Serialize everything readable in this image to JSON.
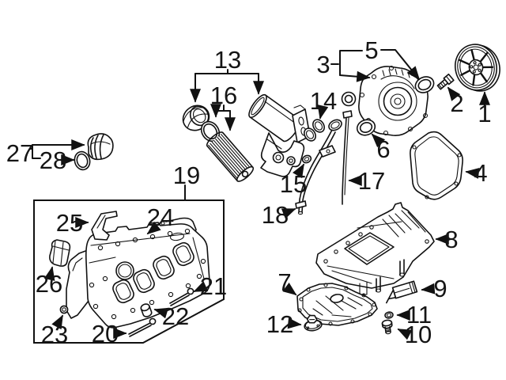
{
  "figure": {
    "type": "exploded-engine-parts-diagram",
    "background_color": "#ffffff",
    "line_color": "#111111",
    "label_color": "#151515"
  },
  "callouts": {
    "c1": {
      "label": "1"
    },
    "c2": {
      "label": "2"
    },
    "c3": {
      "label": "3"
    },
    "c4": {
      "label": "4"
    },
    "c5": {
      "label": "5"
    },
    "c6": {
      "label": "6"
    },
    "c7": {
      "label": "7"
    },
    "c8": {
      "label": "8"
    },
    "c9": {
      "label": "9"
    },
    "c10": {
      "label": "10"
    },
    "c11": {
      "label": "11"
    },
    "c12": {
      "label": "12"
    },
    "c13": {
      "label": "13"
    },
    "c14": {
      "label": "14"
    },
    "c15": {
      "label": "15"
    },
    "c16": {
      "label": "16"
    },
    "c17": {
      "label": "17"
    },
    "c18": {
      "label": "18"
    },
    "c19": {
      "label": "19"
    },
    "c20": {
      "label": "20"
    },
    "c21": {
      "label": "21"
    },
    "c22": {
      "label": "22"
    },
    "c23": {
      "label": "23"
    },
    "c24": {
      "label": "24"
    },
    "c25": {
      "label": "25"
    },
    "c26": {
      "label": "26"
    },
    "c27": {
      "label": "27"
    },
    "c28": {
      "label": "28"
    }
  }
}
